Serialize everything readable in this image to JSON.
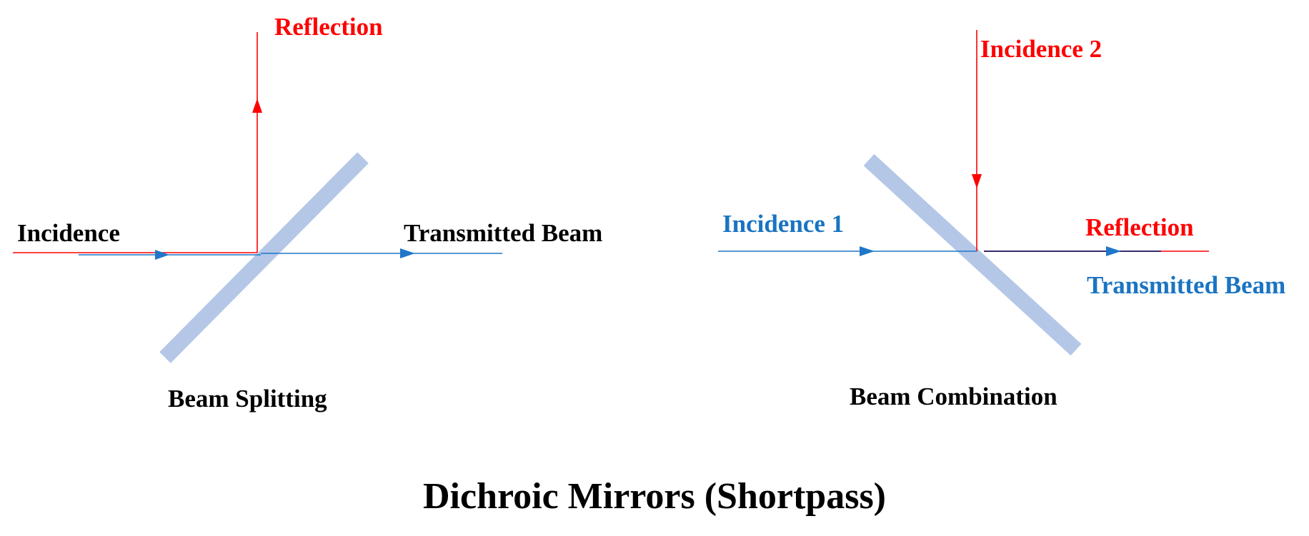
{
  "colors": {
    "red_beam": "#ff0000",
    "blue_beam": "#1f77c9",
    "dark_beam": "#3a2a6a",
    "mirror": "#b4c7e7",
    "label_black": "#000000",
    "label_red": "#ff0000",
    "label_blue": "#1a74c2"
  },
  "left_diagram": {
    "incidence_label": "Incidence",
    "reflection_label": "Reflection",
    "transmitted_label": "Transmitted Beam",
    "caption": "Beam Splitting"
  },
  "right_diagram": {
    "incidence1_label": "Incidence 1",
    "incidence2_label": "Incidence 2",
    "reflection_label": "Reflection",
    "transmitted_label": "Transmitted Beam",
    "caption": "Beam Combination"
  },
  "title": "Dichroic Mirrors (Shortpass)"
}
